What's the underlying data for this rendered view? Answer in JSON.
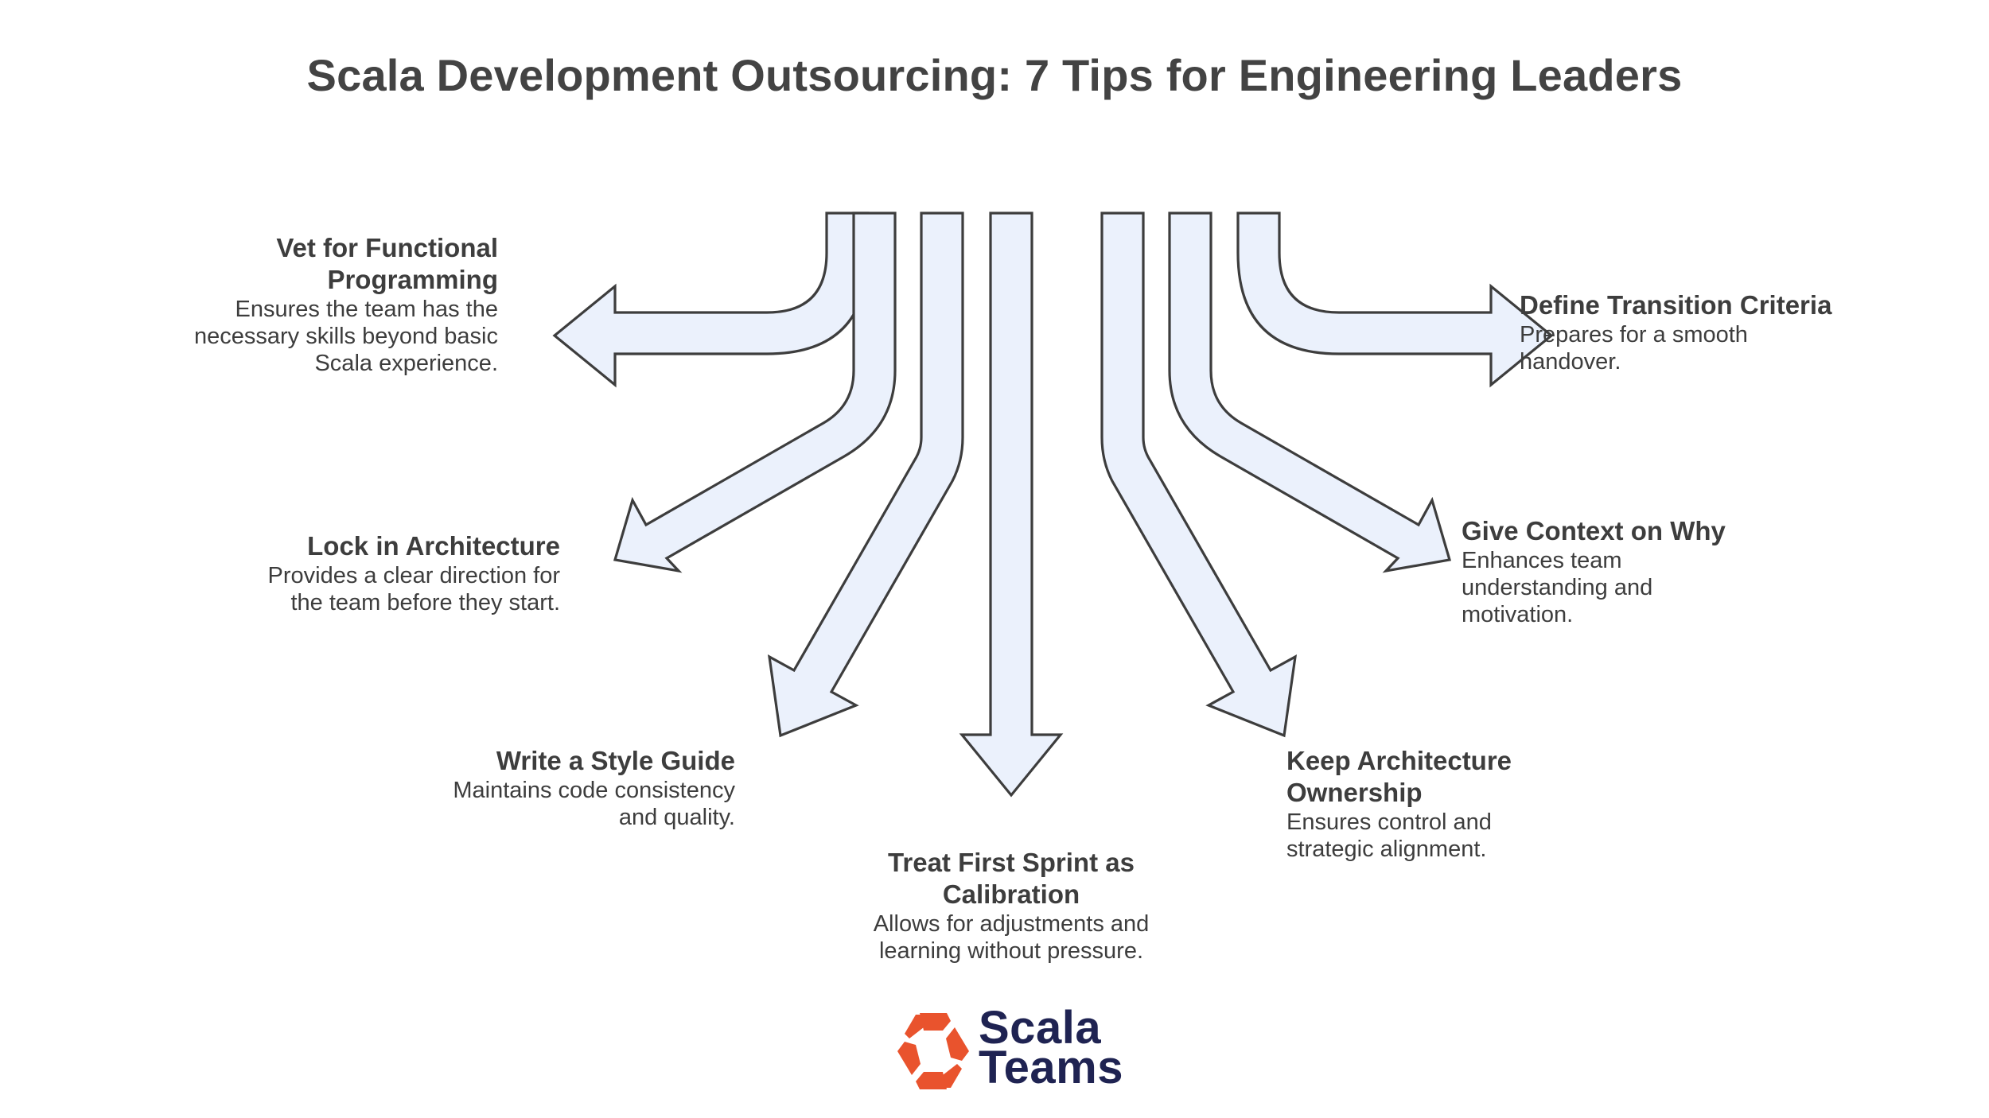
{
  "title": "Scala Development Outsourcing: 7 Tips for Engineering Leaders",
  "colors": {
    "arrow_fill": "#ebf1fc",
    "arrow_stroke": "#3d3d3d",
    "text": "#3d3d3d",
    "logo_orange": "#e9532d",
    "logo_navy": "#1f2352"
  },
  "tips": [
    {
      "id": "vet",
      "title": "Vet for Functional Programming",
      "title_lines": [
        "Vet for Functional",
        "Programming"
      ],
      "desc_lines": [
        "Ensures the team has the",
        "necessary skills beyond basic",
        "Scala experience."
      ],
      "arrow_direction": "left"
    },
    {
      "id": "lock",
      "title": "Lock in Architecture",
      "title_lines": [
        "Lock in Architecture"
      ],
      "desc_lines": [
        "Provides a clear direction for",
        "the team before they start."
      ],
      "arrow_direction": "down-left"
    },
    {
      "id": "style",
      "title": "Write a Style Guide",
      "title_lines": [
        "Write a Style Guide"
      ],
      "desc_lines": [
        "Maintains code consistency",
        "and quality."
      ],
      "arrow_direction": "down-left"
    },
    {
      "id": "sprint",
      "title": "Treat First Sprint as Calibration",
      "title_lines": [
        "Treat First Sprint as",
        "Calibration"
      ],
      "desc_lines": [
        "Allows for adjustments and",
        "learning without pressure."
      ],
      "arrow_direction": "down"
    },
    {
      "id": "ownership",
      "title": "Keep Architecture Ownership",
      "title_lines": [
        "Keep Architecture",
        "Ownership"
      ],
      "desc_lines": [
        "Ensures control and",
        "strategic alignment."
      ],
      "arrow_direction": "down-right"
    },
    {
      "id": "context",
      "title": "Give Context on Why",
      "title_lines": [
        "Give Context on Why"
      ],
      "desc_lines": [
        "Enhances team",
        "understanding and",
        "motivation."
      ],
      "arrow_direction": "down-right"
    },
    {
      "id": "transition",
      "title": "Define Transition Criteria",
      "title_lines": [
        "Define Transition Criteria"
      ],
      "desc_lines": [
        "Prepares for a smooth",
        "handover."
      ],
      "arrow_direction": "right"
    }
  ],
  "logo": {
    "line1": "Scala",
    "line2": "Teams",
    "icon": "hexagon-logo-icon"
  }
}
